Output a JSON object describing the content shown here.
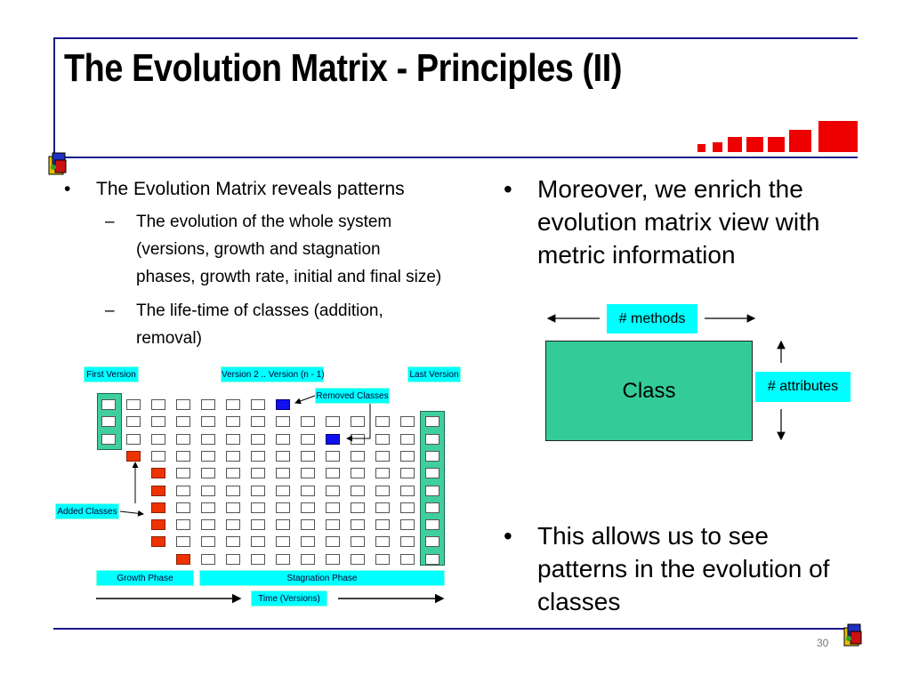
{
  "title": "The Evolution Matrix - Principles (II)",
  "left": {
    "bullet": "The Evolution Matrix reveals patterns",
    "sub_bullets": [
      {
        "lines": [
          "The evolution of the whole system",
          "(versions, growth and stagnation",
          "phases, growth rate, initial and final size)"
        ]
      },
      {
        "lines": [
          "The life-time of classes (addition,",
          "removal)"
        ]
      }
    ],
    "bullet_char": "•",
    "dash_char": "–"
  },
  "matrix": {
    "first_version": "First Version",
    "middle_versions": "Version 2 .. Version (n - 1)",
    "last_version": "Last Version",
    "removed_classes": "Removed Classes",
    "added_classes": "Added Classes",
    "growth_phase": "Growth Phase",
    "stagnation_phase": "Stagnation Phase",
    "time_versions": "Time (Versions)"
  },
  "right": {
    "bullet1_lines": [
      "Moreover, we enrich the",
      "evolution matrix view with",
      "metric information"
    ],
    "methods_label": "# methods",
    "class_label": "Class",
    "attributes_label": "# attributes",
    "bullet2_lines": [
      "This allows us to see",
      "patterns in the evolution of",
      "classes"
    ]
  },
  "page_number": "30",
  "colors": {
    "accent_line": "#1a1a8c",
    "red": "#ee0000",
    "cyan": "#00ffff",
    "class_green": "#33cc99"
  }
}
